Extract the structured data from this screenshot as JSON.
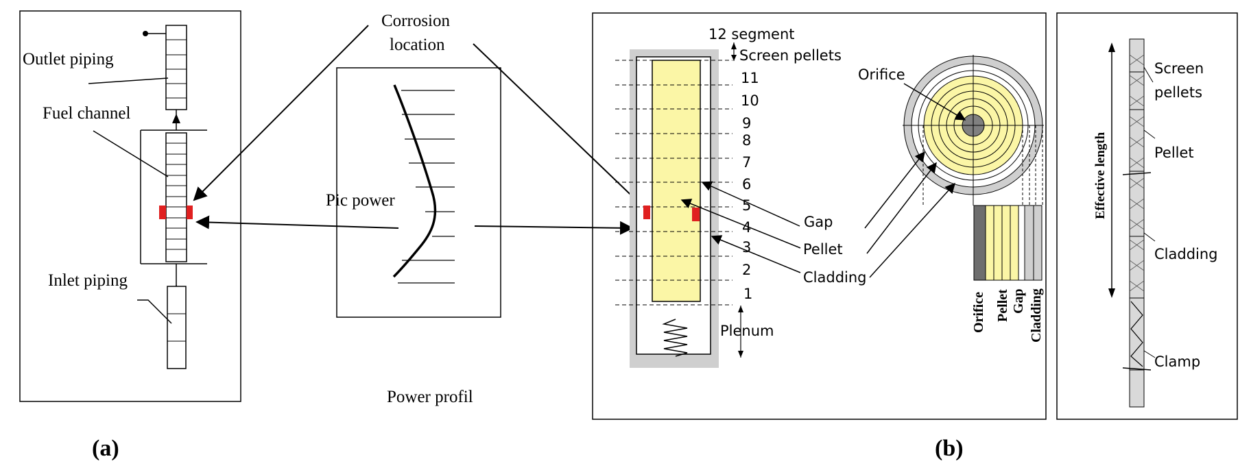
{
  "panel_a": {
    "outlet_piping": "Outlet piping",
    "fuel_channel": "Fuel channel",
    "inlet_piping": "Inlet piping",
    "caption": "(a)"
  },
  "center": {
    "corrosion_line1": "Corrosion",
    "corrosion_line2": "location",
    "pic_power": "Pic power",
    "power_profil": "Power profil"
  },
  "panel_b": {
    "segment_title": "12 segment",
    "screen_pellets": "Screen pellets",
    "segment_numbers": [
      "11",
      "10",
      "9",
      "8",
      "7",
      "6",
      "5",
      "4",
      "3",
      "2",
      "1"
    ],
    "plenum": "Plenum",
    "gap": "Gap",
    "pellet": "Pellet",
    "cladding": "Cladding",
    "orifice": "Orifice",
    "legend_labels": [
      "Orifice",
      "Pellet",
      "Gap",
      "Cladding"
    ],
    "caption": "(b)"
  },
  "panel_c": {
    "screen_line1": "Screen",
    "screen_line2": "pellets",
    "pellet": "Pellet",
    "cladding": "Cladding",
    "clamp": "Clamp",
    "effective_length": "Effective length"
  },
  "colors": {
    "fuel": "#fbf6a6",
    "cladding": "#cfcfcf",
    "corrosion": "#e02020",
    "orifice": "#808080"
  }
}
